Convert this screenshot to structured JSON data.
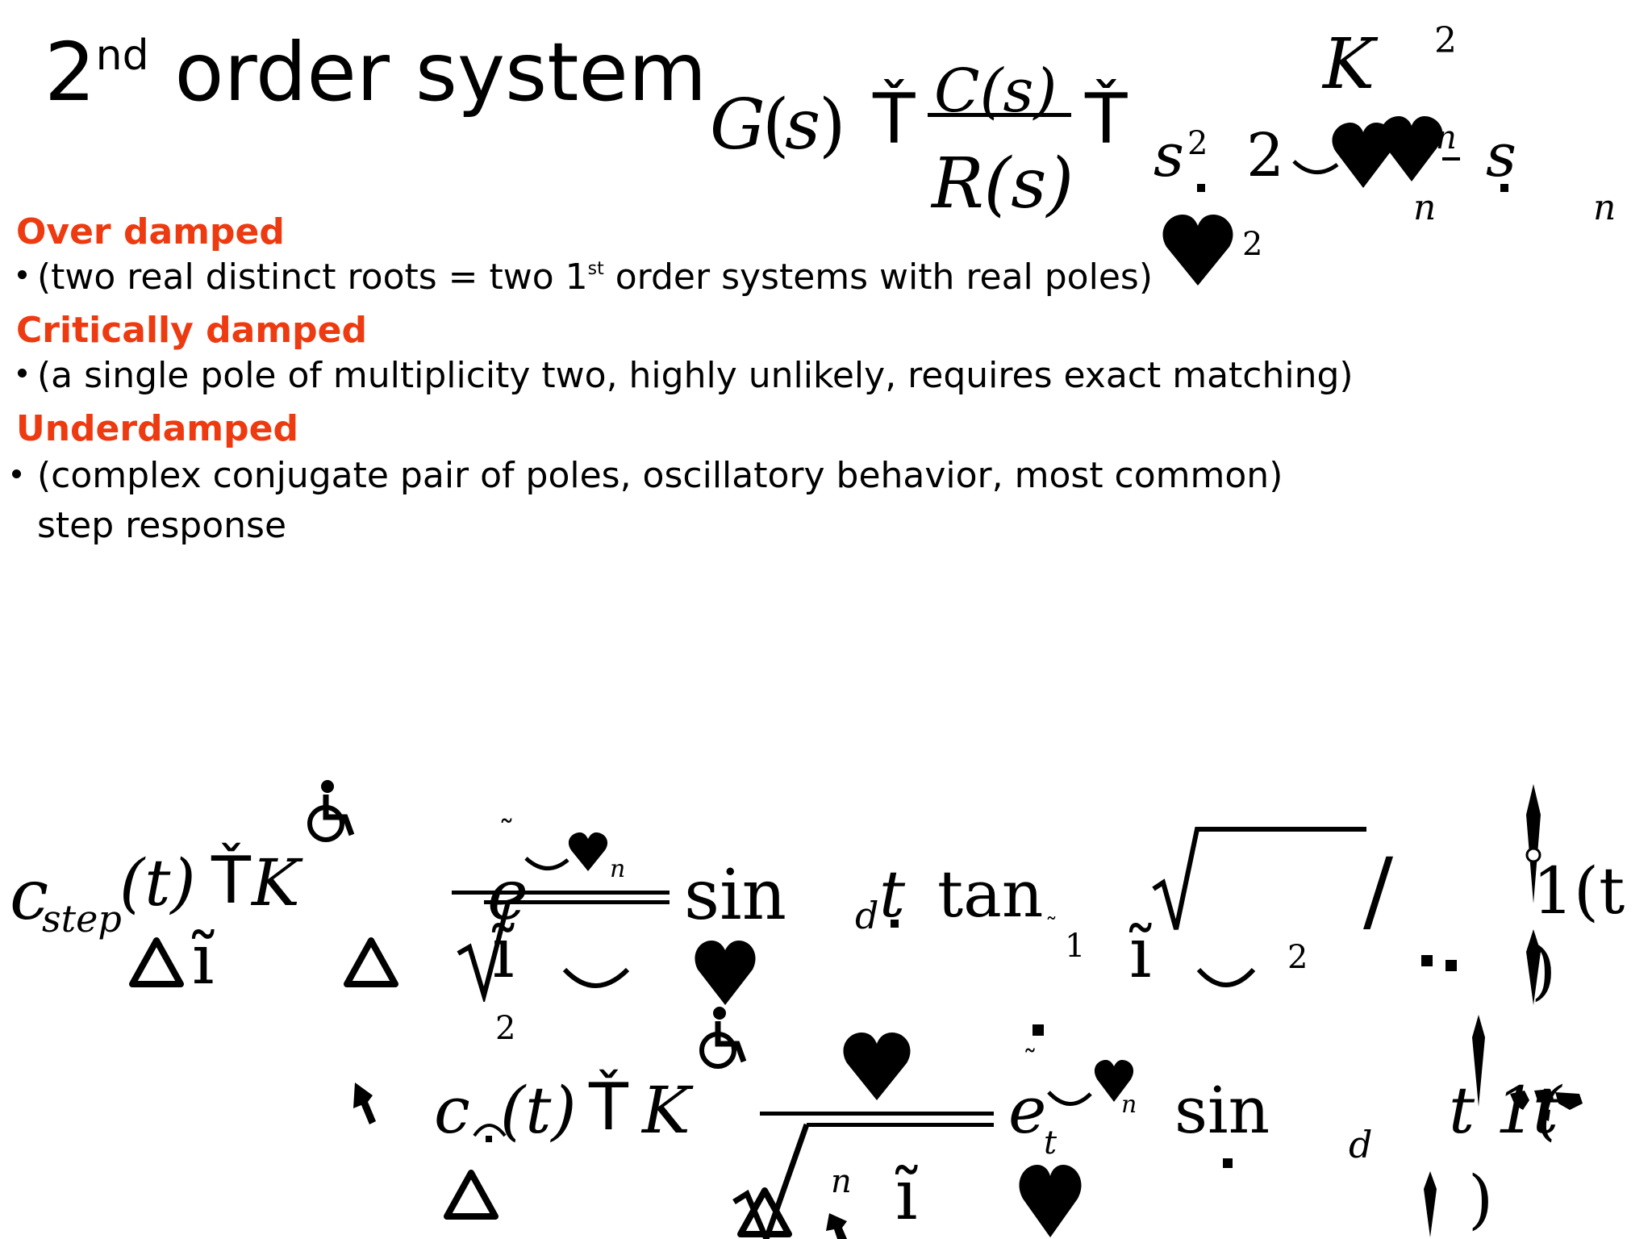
{
  "slide": {
    "title_main": "2",
    "title_sup": "nd",
    "title_rest": " order system",
    "accent_color": "#ee3a10"
  },
  "sections": [
    {
      "heading": "Over damped",
      "text_before": "(two real distinct roots = two 1",
      "text_sup": "st",
      "text_after": " order systems with real poles)"
    },
    {
      "heading": "Critically damped",
      "text": "(a single pole of multiplicity two, highly unlikely, requires exact matching)"
    },
    {
      "heading": "Underdamped",
      "text_line1": "(complex conjugate pair of poles, oscillatory behavior, most common)",
      "text_line2": "step response"
    }
  ],
  "transfer_eq": {
    "G": "G",
    "lp": "(",
    "s": "s",
    "rp": ")",
    "eq1": "Ť",
    "C": "C(s)",
    "R": "R(s)",
    "eq2": "Ť",
    "K": "K",
    "sup2a": "2",
    "s2": "s",
    "s2exp": "2",
    "dot1": "·",
    "two": "2",
    "sub_n1": "n",
    "sub_n2": "n",
    "s_b": "s",
    "dot2": "·",
    "sub_n3": "n",
    "heart_sup": "2",
    "heart_icons": [
      "heart-icon",
      "heart-icon",
      "heart-icon"
    ]
  },
  "step_eq": {
    "c": "c",
    "step": "step",
    "t_paren": "(t)",
    "eq": "Ť",
    "K": "K",
    "delta": "Δ",
    "one": "ĩ",
    "e": "e",
    "tilde1": "˜",
    "n_sub": "n",
    "sin": "sin",
    "d_sub": "d",
    "t_var": "t",
    "dot": "·",
    "tan": "tan",
    "tilde_exp": "˜",
    "one_exp": "1",
    "one2": "ĩ",
    "two_exp": "2",
    "slash": "/",
    "one_paren": "1(t",
    "rp": ")",
    "sqrt_one": "ĩ",
    "sub2": "2"
  },
  "impulse_eq": {
    "c": "c",
    "t_paren": "(t)",
    "eq": "Ť",
    "K": "K",
    "delta": "Δ",
    "e": "e",
    "tilde": "˜",
    "t_sub": "t",
    "n_sub": "n",
    "sin": "sin",
    "d_sub": "d",
    "t_one": "t 1(",
    "t_it": "t",
    "n_sub2": "n",
    "one": "ĩ",
    "rp": ")"
  }
}
